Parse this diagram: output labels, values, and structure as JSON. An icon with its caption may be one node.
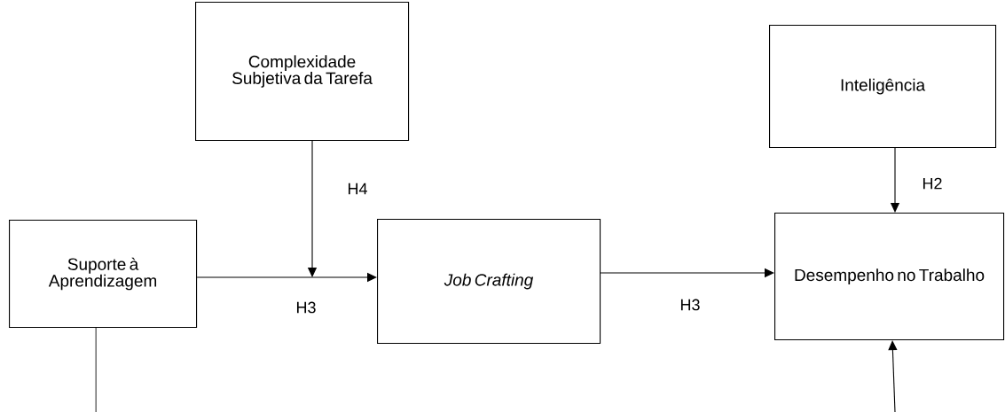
{
  "diagram": {
    "nodes": [
      {
        "text": [
          "Complexidade Subjetiva da Tarefa"
        ]
      },
      {
        "text": [
          "Inteligência"
        ]
      },
      {
        "text": [
          "Suporte à Aprendizagem"
        ]
      },
      {
        "text": [
          "Job Crafting"
        ]
      },
      {
        "text": [
          "Desempenho no Trabalho"
        ]
      }
    ],
    "edges": [
      {
        "from": 0,
        "to": null,
        "arrow": "to",
        "label": "H4"
      },
      {
        "from": 2,
        "to": 3,
        "arrow": "to",
        "label": "H3"
      },
      {
        "from": 3,
        "to": 4,
        "arrow": "to",
        "label": "H3"
      },
      {
        "from": 1,
        "to": 4,
        "arrow": "to",
        "label": "H2"
      },
      {
        "from": 2,
        "to": null,
        "arrow": "none"
      },
      {
        "from": null,
        "to": 4,
        "arrow": "to"
      }
    ]
  }
}
